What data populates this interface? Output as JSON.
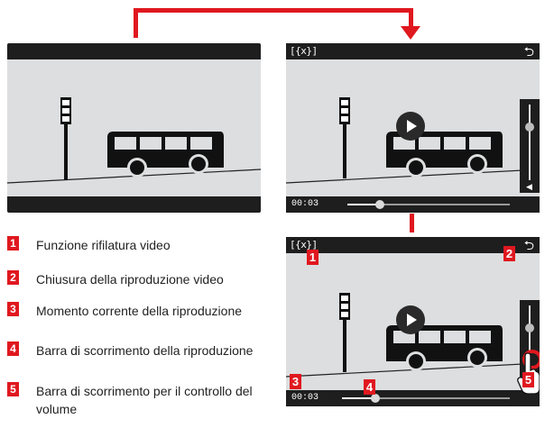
{
  "legend": [
    {
      "number": "1",
      "text": "Funzione rifilatura video"
    },
    {
      "number": "2",
      "text": "Chiusura della riproduzione video"
    },
    {
      "number": "3",
      "text": "Momento corrente della riproduzione"
    },
    {
      "number": "4",
      "text": "Barra di scorrimento della riproduzione"
    },
    {
      "number": "5",
      "text": "Barra di scorrimento per il controllo del volume"
    }
  ],
  "screen_playback": {
    "trim_label": "[{x}]",
    "close_symbol": "⮌",
    "time": "00:03",
    "progress": 0.2,
    "volume": 0.7,
    "speaker_symbol": "◀"
  },
  "screen_annotated": {
    "trim_label": "[{x}]",
    "close_symbol": "⮌",
    "time": "00:03",
    "progress": 0.2,
    "volume": 0.7
  },
  "badges": {
    "b1": "1",
    "b2": "2",
    "b3": "3",
    "b4": "4",
    "b5": "5"
  },
  "colors": {
    "accent": "#e0181f",
    "screen_bg": "#dcdedf",
    "bar_bg": "#1e1e1e"
  },
  "icons": [
    "trim-icon",
    "close-icon",
    "play-icon",
    "speaker-icon",
    "hand-pointer-icon",
    "traffic-light-icon",
    "bus-icon"
  ]
}
